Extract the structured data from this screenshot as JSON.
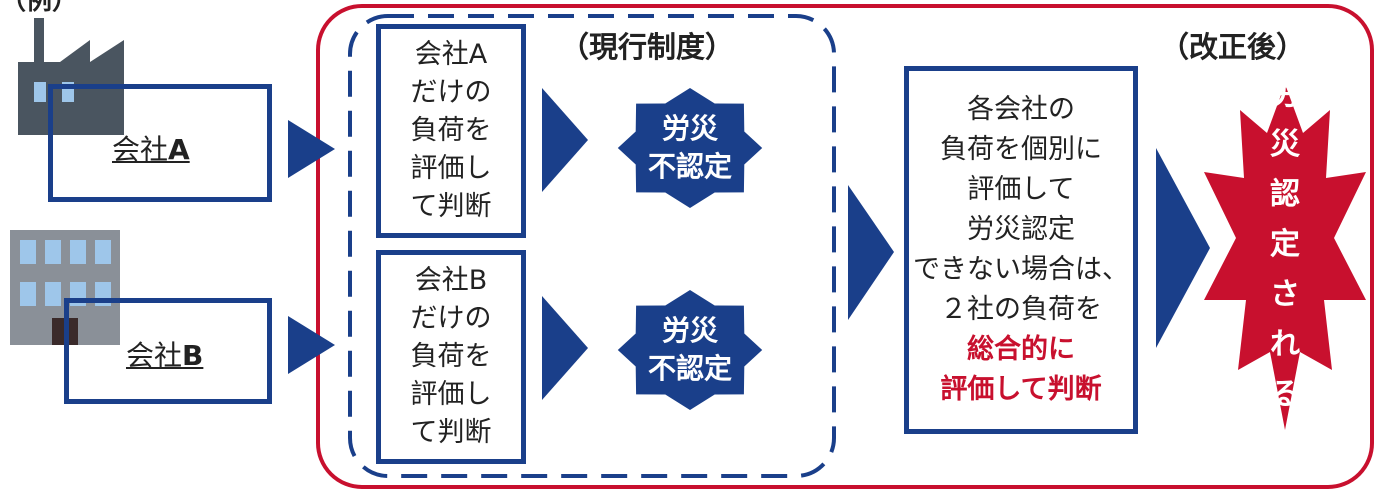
{
  "top_left_label": "（例）",
  "headers": {
    "current": "（現行制度）",
    "revised": "（改正後）"
  },
  "companies": [
    {
      "label": "会社",
      "letter": "A"
    },
    {
      "label": "会社",
      "letter": "B"
    }
  ],
  "current_boxes": [
    {
      "lines": [
        "会社A",
        "だけの",
        "負荷を",
        "評価し",
        "て判断"
      ]
    },
    {
      "lines": [
        "会社B",
        "だけの",
        "負荷を",
        "評価し",
        "て判断"
      ]
    }
  ],
  "bursts": [
    {
      "line1": "労災",
      "line2": "不認定"
    },
    {
      "line1": "労災",
      "line2": "不認定"
    }
  ],
  "revised_box": {
    "lines": [
      "各会社の",
      "負荷を個別に",
      "評価して",
      "労災認定",
      "できない場合は、",
      "２社の負荷を"
    ],
    "highlight_lines": [
      "総合的に",
      "評価して判断"
    ]
  },
  "result_burst": {
    "text": "労災認定される"
  },
  "colors": {
    "navy": "#1a3f8a",
    "red": "#c8102e",
    "border_red": "#c8102e",
    "factory": "#4a5560",
    "building": "#8a9098",
    "window": "#9ec6ea"
  }
}
